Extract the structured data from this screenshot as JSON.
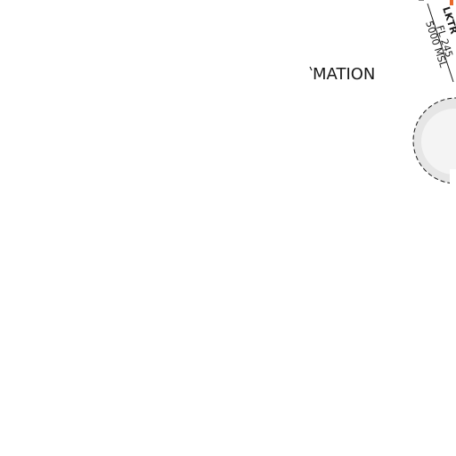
{
  "map": {
    "section_heading_fragment": "MATION",
    "airspace": {
      "name_fragment": "LKTR",
      "upper_limit": "FL 245",
      "lower_limit": "5000 MSL"
    }
  },
  "colors": {
    "background": "#ffffff",
    "text": "#1a1a1a",
    "boundary_line": "#1a1a1a",
    "circle_fill_outer": "#e6e6e6",
    "circle_fill_inner": "#f4f4f4",
    "accent_orange": "#e8692a"
  },
  "icons": {
    "dashed_circle": "circular-area-symbol"
  }
}
